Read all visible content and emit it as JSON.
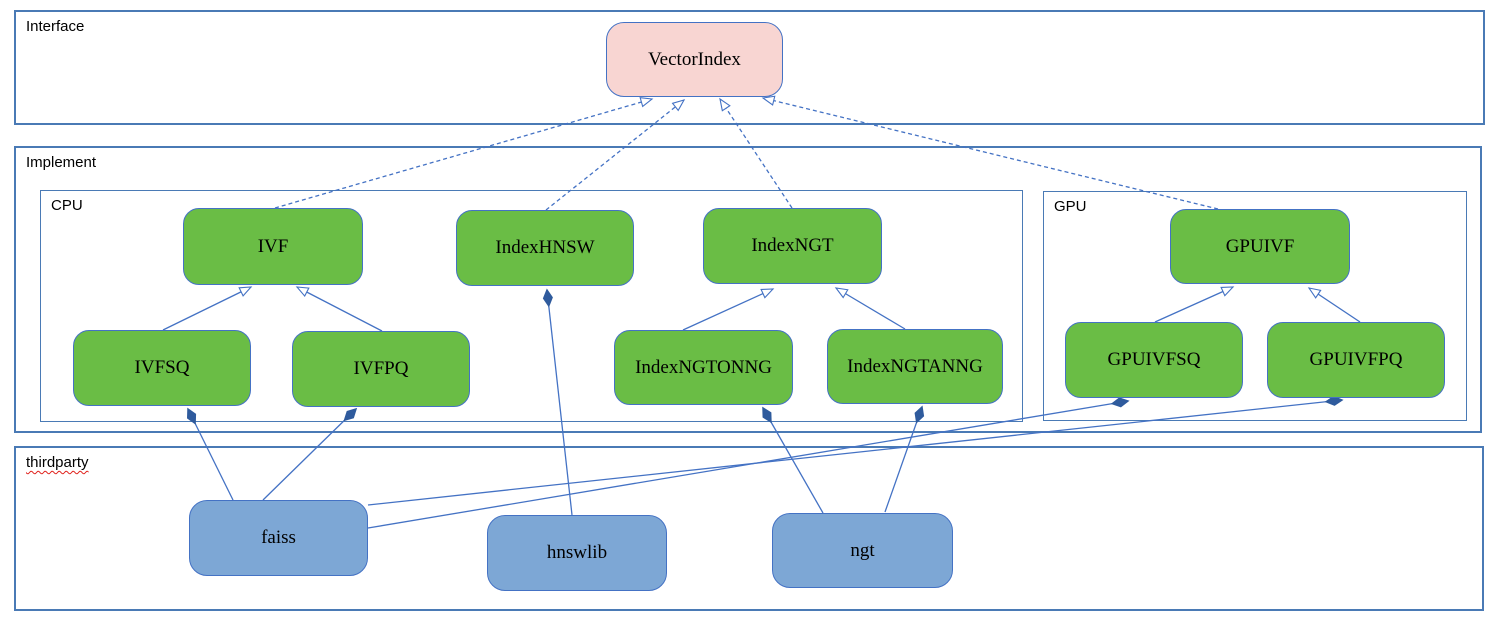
{
  "groups": {
    "interface": {
      "label": "Interface"
    },
    "implement": {
      "label": "Implement"
    },
    "cpu": {
      "label": "CPU"
    },
    "gpu": {
      "label": "GPU"
    },
    "thirdparty": {
      "label": "thirdparty"
    }
  },
  "nodes": {
    "vectorindex": {
      "label": "VectorIndex",
      "kind": "interface"
    },
    "ivf": {
      "label": "IVF",
      "kind": "cpu-class"
    },
    "indexhnsw": {
      "label": "IndexHNSW",
      "kind": "cpu-class"
    },
    "indexngt": {
      "label": "IndexNGT",
      "kind": "cpu-class"
    },
    "ivfsq": {
      "label": "IVFSQ",
      "kind": "cpu-class"
    },
    "ivfpq": {
      "label": "IVFPQ",
      "kind": "cpu-class"
    },
    "indexngtonng": {
      "label": "IndexNGTONNG",
      "kind": "cpu-class"
    },
    "indexngtanng": {
      "label": "IndexNGTANNG",
      "kind": "cpu-class"
    },
    "gpuivf": {
      "label": "GPUIVF",
      "kind": "gpu-class"
    },
    "gpuivfsq": {
      "label": "GPUIVFSQ",
      "kind": "gpu-class"
    },
    "gpuivfpq": {
      "label": "GPUIVFPQ",
      "kind": "gpu-class"
    },
    "faiss": {
      "label": "faiss",
      "kind": "library"
    },
    "hnswlib": {
      "label": "hnswlib",
      "kind": "library"
    },
    "ngt": {
      "label": "ngt",
      "kind": "library"
    }
  },
  "edges": [
    {
      "from": "IVF",
      "to": "VectorIndex",
      "type": "realization"
    },
    {
      "from": "IndexHNSW",
      "to": "VectorIndex",
      "type": "realization"
    },
    {
      "from": "IndexNGT",
      "to": "VectorIndex",
      "type": "realization"
    },
    {
      "from": "GPUIVF",
      "to": "VectorIndex",
      "type": "realization"
    },
    {
      "from": "IVFSQ",
      "to": "IVF",
      "type": "inheritance"
    },
    {
      "from": "IVFPQ",
      "to": "IVF",
      "type": "inheritance"
    },
    {
      "from": "IndexNGTONNG",
      "to": "IndexNGT",
      "type": "inheritance"
    },
    {
      "from": "IndexNGTANNG",
      "to": "IndexNGT",
      "type": "inheritance"
    },
    {
      "from": "GPUIVFSQ",
      "to": "GPUIVF",
      "type": "inheritance"
    },
    {
      "from": "GPUIVFPQ",
      "to": "GPUIVF",
      "type": "inheritance"
    },
    {
      "from": "faiss",
      "to": "IVFSQ",
      "type": "composition"
    },
    {
      "from": "faiss",
      "to": "IVFPQ",
      "type": "composition"
    },
    {
      "from": "faiss",
      "to": "GPUIVFSQ",
      "type": "composition"
    },
    {
      "from": "faiss",
      "to": "GPUIVFPQ",
      "type": "composition"
    },
    {
      "from": "hnswlib",
      "to": "IndexHNSW",
      "type": "composition"
    },
    {
      "from": "ngt",
      "to": "IndexNGTONNG",
      "type": "composition"
    },
    {
      "from": "ngt",
      "to": "IndexNGTANNG",
      "type": "composition"
    }
  ],
  "colors": {
    "interface_fill": "#f8d5d2",
    "class_fill": "#6abd45",
    "library_fill": "#7da7d5",
    "node_stroke": "#4472c4",
    "container_stroke": "#4a7ab5",
    "line_stroke": "#4472c4",
    "diamond_fill": "#2f5b9d",
    "squiggle": "#e0201a"
  }
}
